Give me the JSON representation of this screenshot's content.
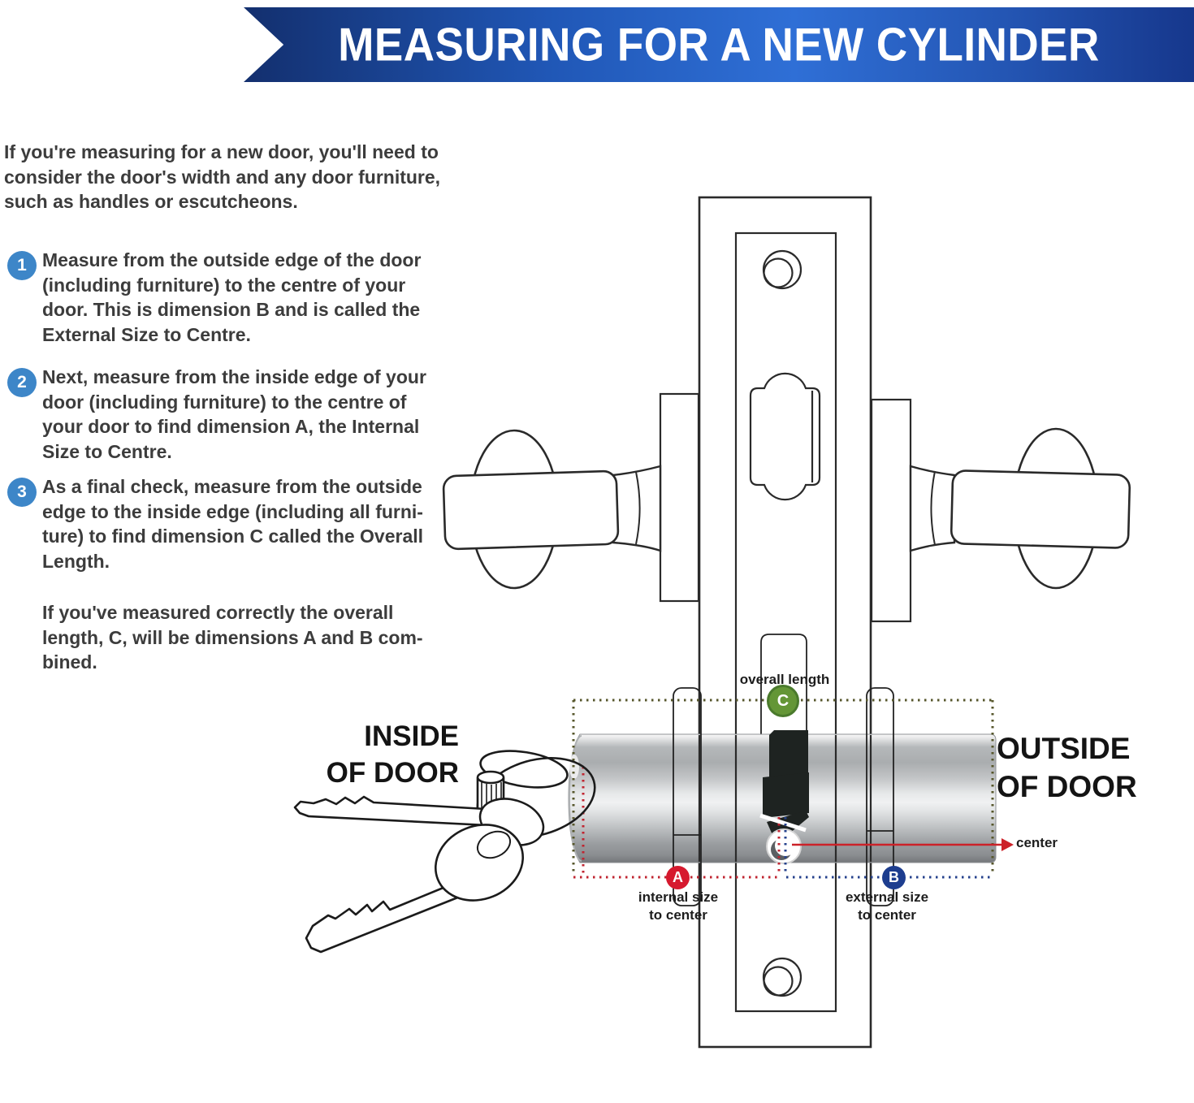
{
  "banner": {
    "title": "MEASURING FOR A NEW CYLINDER",
    "bg_gradient": [
      "#132f6e",
      "#2f6fd6",
      "#16378c"
    ]
  },
  "instructions": {
    "intro": "If you're measuring for a new door, you'll need to\nconsider the door's width and any door furniture,\nsuch as handles or escutcheons.",
    "steps": [
      {
        "num": "1",
        "text": "Measure from the outside edge of the door\n(including furniture) to the centre of your\ndoor. This is dimension B and is called the\nExternal Size to Centre."
      },
      {
        "num": "2",
        "text": "Next, measure from the inside edge of your\ndoor (including furniture) to the centre of\nyour door to find dimension A, the Internal\nSize to Centre."
      },
      {
        "num": "3",
        "text": "As a final check, measure from the outside\nedge to the inside edge (including all furni-\nture) to find dimension C called the Overall\nLength."
      }
    ],
    "closing": "If you've measured correctly the overall\nlength, C, will be dimensions A and B com-\nbined.",
    "step_circle_color": "#3d86c8"
  },
  "diagram": {
    "inside_label": "INSIDE\nOF DOOR",
    "outside_label": "OUTSIDE\nOF DOOR",
    "overall_length_label": "overall length",
    "center_label": "center",
    "internal_label": "internal size\nto center",
    "external_label": "external size\nto center",
    "marker_c": "C",
    "marker_a": "A",
    "marker_b": "B",
    "colors": {
      "marker_c_bg": "#649636",
      "marker_a_bg": "#d6192e",
      "marker_b_bg": "#1d3d8f",
      "dotted_overall": "#56562b",
      "dotted_internal": "#c02430",
      "dotted_external": "#24418c",
      "center_arrow": "#cc2229",
      "line_art": "#2a2a2a",
      "cylinder_silver": "#c0c3c5"
    }
  }
}
